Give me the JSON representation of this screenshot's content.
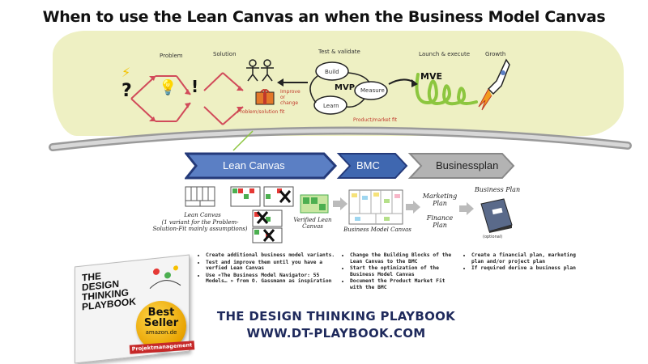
{
  "title": "When to use the Lean Canvas an when the Business Model Canvas",
  "stages": {
    "problem": "Problem",
    "solution": "Solution",
    "test_validate": "Test & validate",
    "launch_execute": "Launch & execute",
    "growth": "Growth"
  },
  "loop": {
    "build": "Build",
    "measure": "Measure",
    "learn": "Learn",
    "mvp": "MVP",
    "improve": "Improve or change",
    "mve": "MVE"
  },
  "fits": {
    "problem_solution": "Problem/solution fit",
    "product_market": "Product/market fit"
  },
  "arrows": {
    "lean_canvas": "Lean Canvas",
    "bmc": "BMC",
    "businessplan": "Businessplan"
  },
  "artifacts": {
    "lean_canvas": "Lean Canvas",
    "lean_canvas_note": "(1 variant for the Problem-Solution-Fit mainly assumptions)",
    "verified": "Verified Lean Canvas",
    "bmc": "Business Model Canvas",
    "marketing_plan": "Marketing Plan",
    "finance_plan": "Finance Plan",
    "business_plan": "Business Plan",
    "optional": "(optional)"
  },
  "bullets": {
    "col1": [
      "Create additional business model variants.",
      "Test and improve them until you have a verfied Lean Canvas",
      "Use «The Business Model Navigator: 55 Models… » from O. Gassmann as inspiration"
    ],
    "col2": [
      "Change the Building Blocks of the Lean Canvas to the BMC",
      "Start the optimization of the Business Model Canvas",
      "Document the Product Market Fit with the BMC"
    ],
    "col3": [
      "Create a financial plan, marketing plan and/or project plan",
      "If required derive a business plan"
    ]
  },
  "book": {
    "title_lines": [
      "THE",
      "DESIGN",
      "THINKING",
      "PLAYBOOK"
    ],
    "badge_top": "Best",
    "badge_mid": "Seller",
    "badge_brand": "amazon.de",
    "badge_ribbon": "Projektmanagement"
  },
  "footer": {
    "line1": "THE DESIGN THINKING PLAYBOOK",
    "line2": "WWW.DT-PLAYBOOK.COM"
  },
  "colors": {
    "band": "#eef0c3",
    "lean_arrow": "#5b7fc4",
    "lean_arrow_border": "#243a7a",
    "bmc_arrow": "#3f67b0",
    "bp_arrow": "#a9a9a9",
    "red_arrows": "#d14b5a",
    "mve_green": "#8cc63f",
    "footer": "#1f2a5c"
  }
}
